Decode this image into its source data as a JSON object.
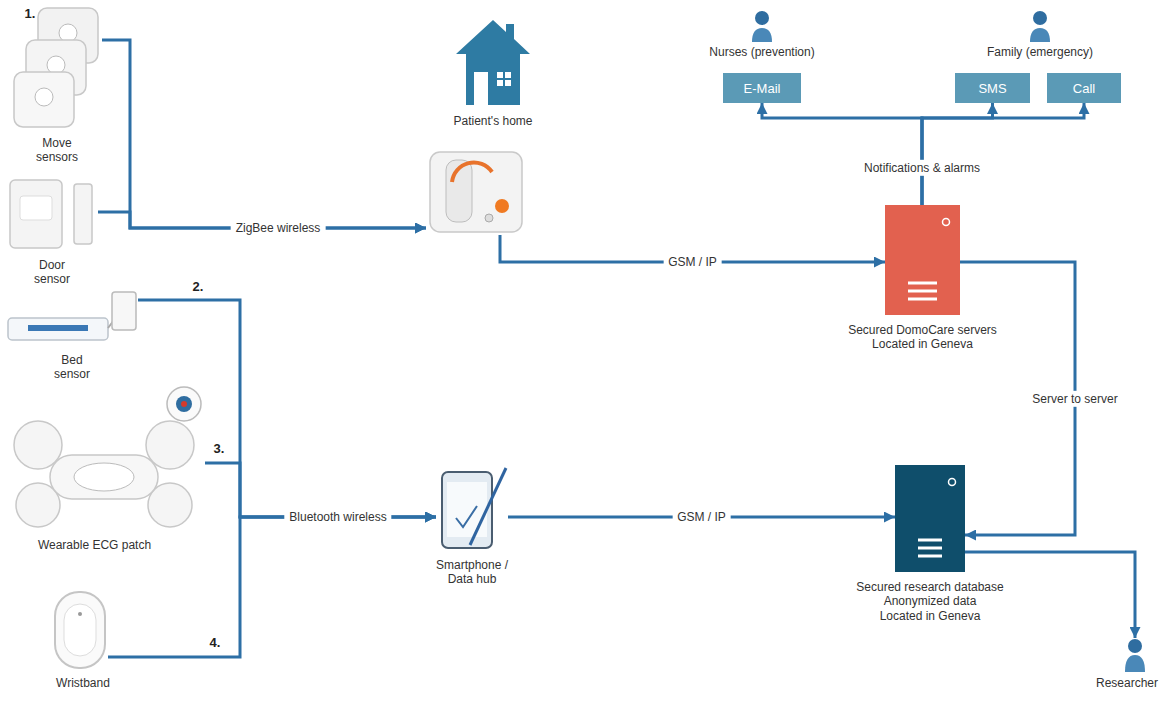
{
  "diagram": {
    "nodes": [
      {
        "text": [
          "Move sensors"
        ]
      },
      {
        "text": [
          "Door sensor"
        ]
      },
      {
        "text": [
          "Bed sensor"
        ]
      },
      {
        "text": [
          "Wearable ECG patch"
        ]
      },
      {
        "text": [
          "Wristband"
        ]
      },
      {
        "text": [
          "Patient's home"
        ]
      },
      {
        "text": [
          "Smartphone / Data hub"
        ]
      },
      {
        "text": [
          "Nurses (prevention)"
        ]
      },
      {
        "text": [
          "E-Mail"
        ]
      },
      {
        "text": [
          "Family (emergency)"
        ]
      },
      {
        "text": [
          "SMS"
        ]
      },
      {
        "text": [
          "Call"
        ]
      },
      {
        "text": [
          "Secured DomoCare servers",
          "Located in Geneva"
        ]
      },
      {
        "text": [
          "Secured research database",
          "Anonymized data",
          "Located in Geneva"
        ]
      },
      {
        "text": [
          "Researcher"
        ]
      }
    ],
    "edges": [
      {
        "from": 0,
        "to": 5,
        "label": "ZigBee wireless",
        "arrow": "to"
      },
      {
        "from": 1,
        "to": 5,
        "arrow": "to"
      },
      {
        "from": 2,
        "to": 6,
        "label": "Bluetooth wireless",
        "arrow": "to"
      },
      {
        "from": 3,
        "to": 6,
        "arrow": "to"
      },
      {
        "from": 4,
        "to": 6,
        "arrow": "to"
      },
      {
        "from": 5,
        "to": 12,
        "label": "GSM / IP",
        "arrow": "to"
      },
      {
        "from": 6,
        "to": 13,
        "label": "GSM / IP",
        "arrow": "to"
      },
      {
        "from": 12,
        "to": 8,
        "arrow": "to"
      },
      {
        "from": 12,
        "to": 10,
        "arrow": "to"
      },
      {
        "from": 12,
        "to": 11,
        "arrow": "to"
      },
      {
        "from": 12,
        "to": 13,
        "label": "Server to server",
        "arrow": "to"
      },
      {
        "from": 13,
        "to": 14,
        "arrow": "to"
      }
    ],
    "labels": [
      "1.",
      "2.",
      "3.",
      "4.",
      "Notifications & alarms"
    ]
  }
}
